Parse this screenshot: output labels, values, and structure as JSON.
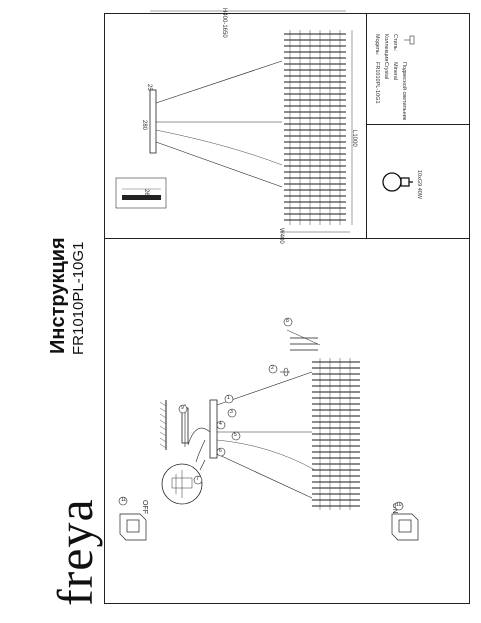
{
  "brand": {
    "logo_text": "freya"
  },
  "header": {
    "title": "Инструкция",
    "model_code": "FR1010PL-10G1"
  },
  "spec_table": {
    "model_label": "Модель:",
    "model_value": "FR1010PL-10G1",
    "collection_label": "Коллекция:",
    "collection_value": "Crystal",
    "style_label": "Стиль:",
    "style_value": "Mineral",
    "type_value": "Подвесной светильник",
    "lamp_spec": "10xG9 40W"
  },
  "dimensions": {
    "height_range": "H400-1650",
    "top_depth": "25",
    "canopy_width": "280",
    "length": "L1000",
    "width": "W400",
    "small_width": "260"
  },
  "switch": {
    "off_label": "OFF",
    "on_label": "ON"
  },
  "step_numbers": [
    "1",
    "2",
    "3",
    "4",
    "5",
    "6",
    "7",
    "8",
    "9",
    "10",
    "11"
  ],
  "colors": {
    "line": "#222222",
    "crystal": "#1a1a1a",
    "accent": "#111111"
  }
}
